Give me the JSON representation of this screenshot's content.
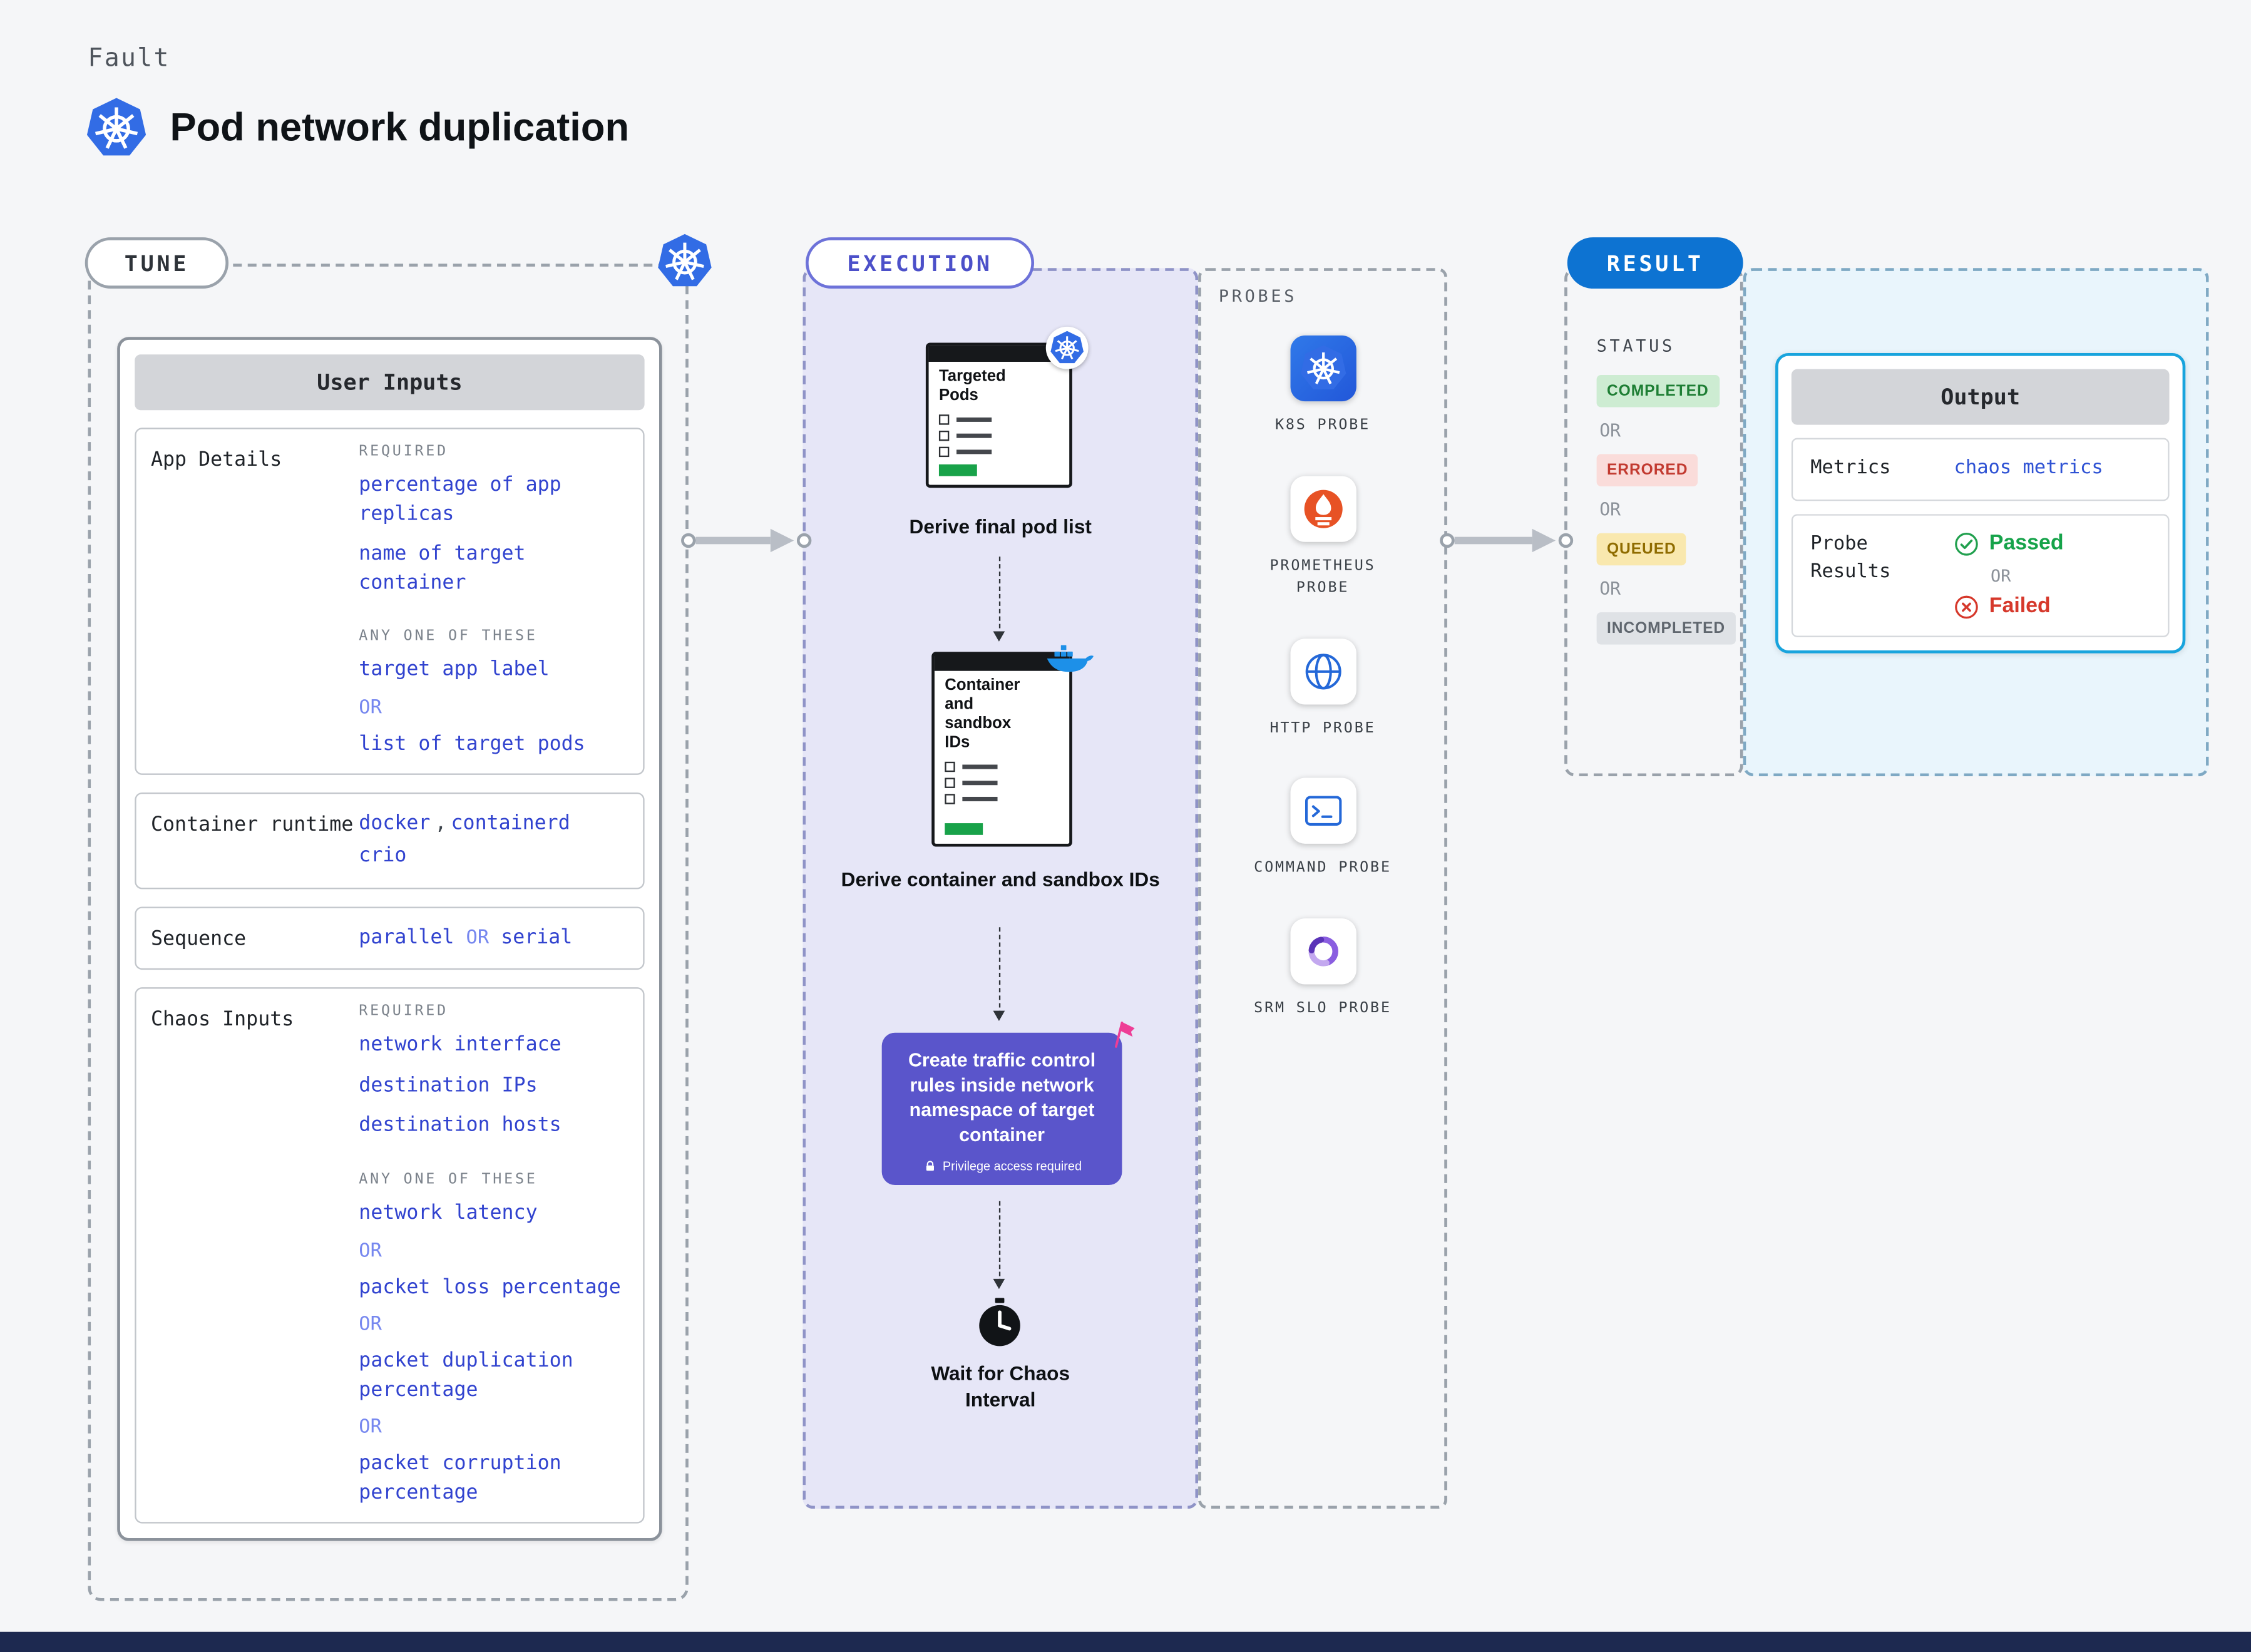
{
  "page": {
    "eyebrow": "Fault",
    "title": "Pod network duplication"
  },
  "tune": {
    "label": "TUNE",
    "card_title": "User Inputs",
    "app_details": {
      "label": "App Details",
      "required_label": "REQUIRED",
      "required_items": [
        "percentage of app replicas",
        "name of target container"
      ],
      "any_one_label": "ANY ONE OF THESE",
      "any_one_items": [
        "target app label",
        "list of target pods"
      ],
      "or_label": "OR"
    },
    "container_runtime": {
      "label": "Container runtime",
      "values": [
        "docker",
        "containerd",
        "crio"
      ],
      "separator": ","
    },
    "sequence": {
      "label": "Sequence",
      "options": [
        "parallel",
        "serial"
      ],
      "or_label": "OR"
    },
    "chaos_inputs": {
      "label": "Chaos Inputs",
      "required_label": "REQUIRED",
      "required_items": [
        "network interface",
        "destination IPs",
        "destination hosts"
      ],
      "any_one_label": "ANY ONE OF THESE",
      "any_one_items": [
        "network latency",
        "packet loss percentage",
        "packet duplication percentage",
        "packet corruption percentage"
      ],
      "or_label": "OR"
    }
  },
  "execution": {
    "label": "EXECUTION",
    "step1": {
      "doc_title": "Targeted Pods",
      "caption": "Derive final pod list"
    },
    "step2": {
      "doc_title": "Container and sandbox IDs",
      "caption": "Derive container and sandbox IDs"
    },
    "step3": {
      "caption": "Create traffic control rules inside network namespace of target container",
      "note": "Privilege access required"
    },
    "step4": {
      "caption": "Wait for Chaos Interval"
    }
  },
  "probes": {
    "label": "PROBES",
    "items": [
      "K8S PROBE",
      "PROMETHEUS PROBE",
      "HTTP PROBE",
      "COMMAND PROBE",
      "SRM SLO PROBE"
    ]
  },
  "result": {
    "label": "RESULT",
    "status_label": "STATUS",
    "or_label": "OR",
    "statuses": [
      "COMPLETED",
      "ERRORED",
      "QUEUED",
      "INCOMPLETED"
    ],
    "output": {
      "title": "Output",
      "metrics_label": "Metrics",
      "metrics_value": "chaos metrics",
      "probe_results_label": "Probe Results",
      "passed_label": "Passed",
      "failed_label": "Failed",
      "or_label": "OR"
    }
  },
  "colors": {
    "kubernetes_blue": "#326ce5",
    "value_blue": "#3143cf",
    "or_blue": "#7687ef",
    "execution_purple": "#5a55cb",
    "execution_bg": "#e6e6f7",
    "result_pill_blue": "#0d73d2",
    "output_border_cyan": "#18a4dd",
    "success_green": "#16a34a",
    "error_red": "#d6382b",
    "queued_yellow": "#f9e8ae",
    "bottom_bar_navy": "#1d2950"
  }
}
